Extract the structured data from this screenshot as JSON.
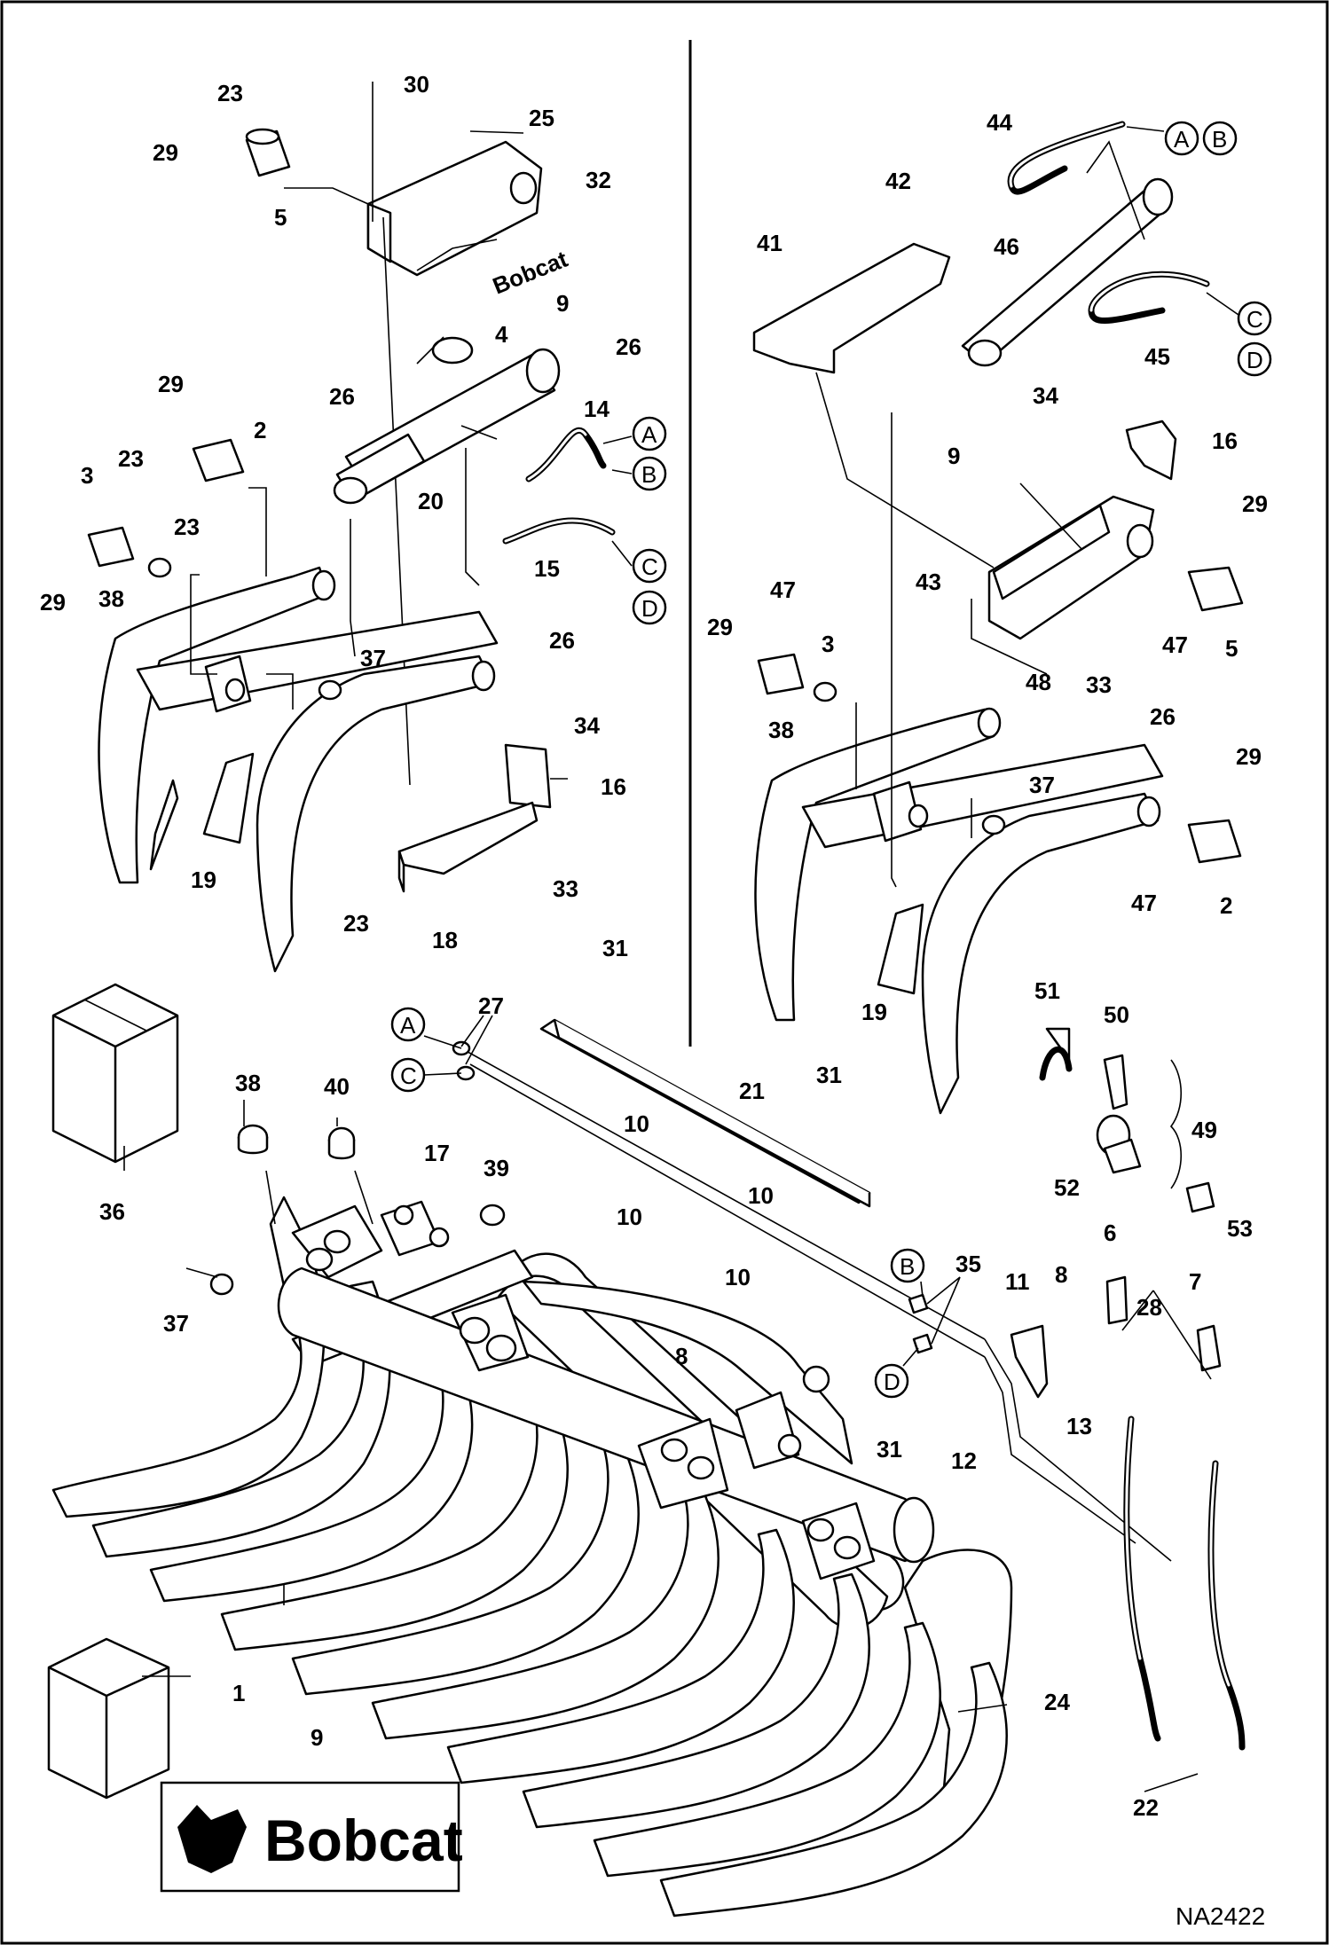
{
  "drawing_code": "NA2422",
  "logo_text": "Bobcat",
  "decal_text": "Bobcat",
  "part_labels": [
    {
      "text": "30"
    },
    {
      "text": "25"
    },
    {
      "text": "23"
    },
    {
      "text": "29"
    },
    {
      "text": "5"
    },
    {
      "text": "32"
    },
    {
      "text": "9"
    },
    {
      "text": "4"
    },
    {
      "text": "26"
    },
    {
      "text": "29"
    },
    {
      "text": "2"
    },
    {
      "text": "26"
    },
    {
      "text": "14"
    },
    {
      "text": "3"
    },
    {
      "text": "23"
    },
    {
      "text": "23"
    },
    {
      "text": "20"
    },
    {
      "text": "15"
    },
    {
      "text": "29"
    },
    {
      "text": "38"
    },
    {
      "text": "26"
    },
    {
      "text": "37"
    },
    {
      "text": "34"
    },
    {
      "text": "16"
    },
    {
      "text": "19"
    },
    {
      "text": "33"
    },
    {
      "text": "23"
    },
    {
      "text": "18"
    },
    {
      "text": "44"
    },
    {
      "text": "42"
    },
    {
      "text": "41"
    },
    {
      "text": "46"
    },
    {
      "text": "45"
    },
    {
      "text": "34"
    },
    {
      "text": "16"
    },
    {
      "text": "9"
    },
    {
      "text": "29"
    },
    {
      "text": "43"
    },
    {
      "text": "47"
    },
    {
      "text": "29"
    },
    {
      "text": "3"
    },
    {
      "text": "47"
    },
    {
      "text": "5"
    },
    {
      "text": "48"
    },
    {
      "text": "33"
    },
    {
      "text": "38"
    },
    {
      "text": "26"
    },
    {
      "text": "29"
    },
    {
      "text": "37"
    },
    {
      "text": "47"
    },
    {
      "text": "2"
    },
    {
      "text": "19"
    },
    {
      "text": "31"
    },
    {
      "text": "27"
    },
    {
      "text": "36"
    },
    {
      "text": "38"
    },
    {
      "text": "40"
    },
    {
      "text": "31"
    },
    {
      "text": "21"
    },
    {
      "text": "10"
    },
    {
      "text": "17"
    },
    {
      "text": "39"
    },
    {
      "text": "10"
    },
    {
      "text": "10"
    },
    {
      "text": "51"
    },
    {
      "text": "50"
    },
    {
      "text": "49"
    },
    {
      "text": "52"
    },
    {
      "text": "53"
    },
    {
      "text": "6"
    },
    {
      "text": "7"
    },
    {
      "text": "28"
    },
    {
      "text": "11"
    },
    {
      "text": "8"
    },
    {
      "text": "35"
    },
    {
      "text": "10"
    },
    {
      "text": "37"
    },
    {
      "text": "8"
    },
    {
      "text": "31"
    },
    {
      "text": "12"
    },
    {
      "text": "13"
    },
    {
      "text": "1"
    },
    {
      "text": "24"
    },
    {
      "text": "9"
    },
    {
      "text": "22"
    }
  ],
  "port_callouts": [
    {
      "text": "A"
    },
    {
      "text": "B"
    },
    {
      "text": "A"
    },
    {
      "text": "B"
    },
    {
      "text": "C"
    },
    {
      "text": "D"
    },
    {
      "text": "C"
    },
    {
      "text": "D"
    },
    {
      "text": "A"
    },
    {
      "text": "C"
    },
    {
      "text": "B"
    },
    {
      "text": "D"
    }
  ]
}
